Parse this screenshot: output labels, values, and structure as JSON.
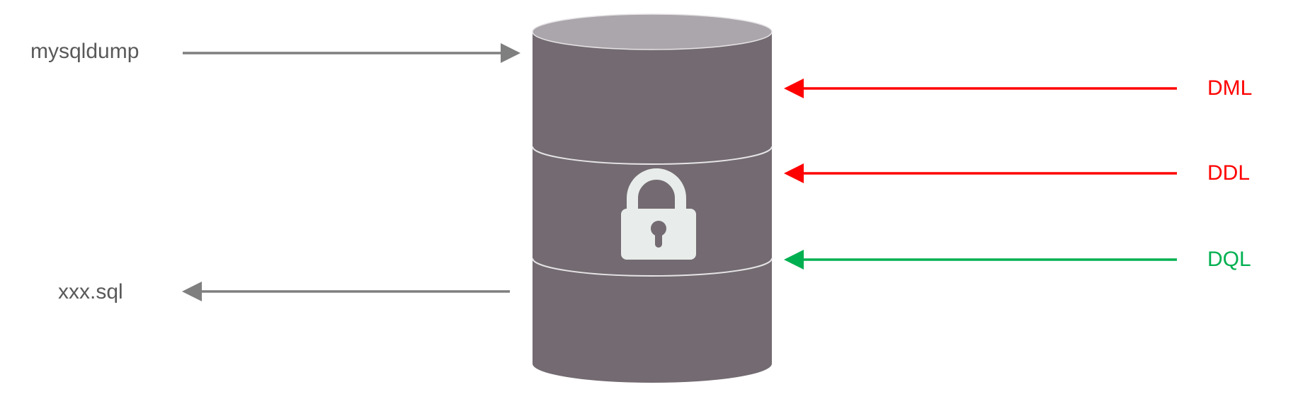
{
  "left_labels": {
    "dump_tool": "mysqldump",
    "output_file": "xxx.sql"
  },
  "right_labels": {
    "dml": "DML",
    "ddl": "DDL",
    "dql": "DQL"
  },
  "colors": {
    "cylinder": "#736b71",
    "cylinder_top": "#aba6ab",
    "lock": "#e8ecea",
    "gray_arrow": "#7f7f7f",
    "blocked": "#ff0000",
    "allowed": "#00b050"
  },
  "icons": {
    "lock": "lock-icon"
  }
}
